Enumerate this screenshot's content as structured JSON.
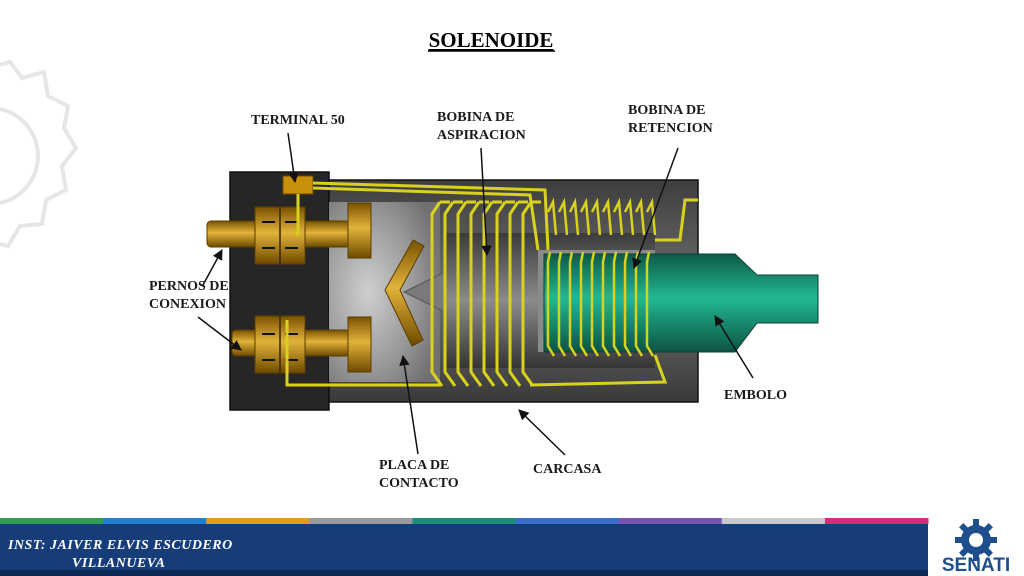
{
  "title": "SOLENOIDE",
  "labels": {
    "terminal": "TERMINAL 50",
    "bobina_aspiracion": [
      "BOBINA DE",
      "ASPIRACION"
    ],
    "bobina_retencion": [
      "BOBINA DE",
      "RETENCION"
    ],
    "pernos": [
      "PERNOS DE",
      "CONEXION"
    ],
    "embolo": "EMBOLO",
    "placa": [
      "PLACA DE",
      "CONTACTO"
    ],
    "carcasa": "CARCASA"
  },
  "footer": {
    "instructor_line1": "INST: JAIVER ELVIS ESCUDERO",
    "instructor_line2": "VILLANUEVA",
    "logo": "SENATI"
  },
  "colors": {
    "coil": "#d9d21c",
    "brass": "#c9900a",
    "plunger": "#1fa485",
    "housing": "#4a4a4a",
    "footer_bar": "#163d7a",
    "stripes": [
      "#2f9e4f",
      "#1f7fd0",
      "#e79b16",
      "#9a9a9a",
      "#1c8f7a",
      "#3a6fd0",
      "#7b53b3",
      "#c9c9c9",
      "#d62d7a"
    ]
  }
}
